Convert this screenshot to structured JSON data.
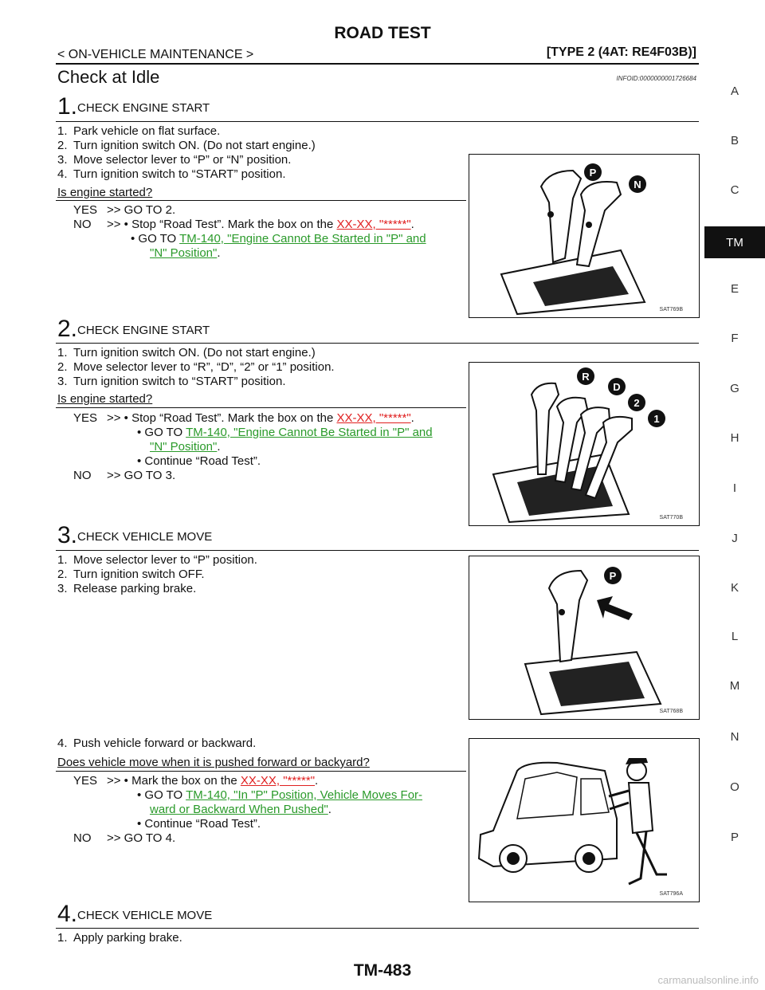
{
  "header": {
    "title": "ROAD TEST",
    "section": "< ON-VEHICLE MAINTENANCE >",
    "type": "[TYPE 2 (4AT: RE4F03B)]"
  },
  "page": {
    "title": "Check at Idle",
    "infoid": "INFOID:0000000001726684",
    "footer": "TM-483",
    "watermark": "carmanualsonline.info"
  },
  "sidebar": {
    "letters": [
      "A",
      "B",
      "C",
      "TM",
      "E",
      "F",
      "G",
      "H",
      "I",
      "J",
      "K",
      "L",
      "M",
      "N",
      "O",
      "P"
    ],
    "active": "TM"
  },
  "step1": {
    "num": "1.",
    "title": "CHECK ENGINE START",
    "lines": [
      "1.",
      "Park vehicle on flat surface.",
      "2.",
      "Turn ignition switch ON. (Do not start engine.)",
      "3.",
      "Move selector lever to “P” or “N” position.",
      "4.",
      "Turn ignition switch to “START” position."
    ],
    "question": "Is engine started?",
    "yes_label": "YES",
    "yes_text": ">> GO TO 2.",
    "no_label": "NO",
    "no_pre": ">> • Stop “Road Test”. Mark the box on the ",
    "no_link": "XX-XX, \"*****\"",
    "no_dot": ".",
    "no_goto": "• GO TO ",
    "no_link2a": "TM-140, \"Engine Cannot Be Started in \"P\" and",
    "no_link2b": "\"N\" Position\"",
    "fig_code": "SAT769B"
  },
  "step2": {
    "num": "2.",
    "title": "CHECK ENGINE START",
    "lines": [
      "1.",
      "Turn ignition switch ON. (Do not start engine.)",
      "2.",
      "Move selector lever to “R”, “D”, “2” or “1” position.",
      "3.",
      "Turn ignition switch to “START” position."
    ],
    "question": "Is engine started?",
    "yes_label": "YES",
    "yes_pre": ">> • Stop “Road Test”. Mark the box on the ",
    "yes_link": "XX-XX, \"*****\"",
    "yes_goto": "• GO TO ",
    "yes_link2a": "TM-140, \"Engine Cannot Be Started in \"P\" and",
    "yes_link2b": "\"N\" Position\"",
    "yes_continue": "• Continue “Road Test”.",
    "no_label": "NO",
    "no_text": ">> GO TO 3.",
    "fig_code": "SAT770B"
  },
  "step3": {
    "num": "3.",
    "title": "CHECK VEHICLE MOVE",
    "lines": [
      "1.",
      "Move selector lever to “P” position.",
      "2.",
      "Turn ignition switch OFF.",
      "3.",
      "Release parking brake."
    ],
    "line4_n": "4.",
    "line4": "Push vehicle forward or backward.",
    "question": "Does vehicle move when it is pushed forward or backyard?",
    "yes_label": "YES",
    "yes_pre": ">> • Mark the box on the ",
    "yes_link": "XX-XX, \"*****\"",
    "yes_goto": "• GO TO ",
    "yes_link2a": "TM-140, \"In \"P\" Position, Vehicle Moves For-",
    "yes_link2b": "ward or Backward When Pushed\"",
    "yes_continue": "• Continue “Road Test”.",
    "no_label": "NO",
    "no_text": ">> GO TO 4.",
    "fig_code1": "SAT768B",
    "fig_code2": "SAT796A"
  },
  "step4": {
    "num": "4.",
    "title": "CHECK VEHICLE MOVE",
    "line_n": "1.",
    "line": "Apply parking brake."
  },
  "figure_labels": {
    "fig1": [
      "P",
      "N"
    ],
    "fig2": [
      "R",
      "D",
      "2",
      "1"
    ],
    "fig3": [
      "P"
    ]
  }
}
